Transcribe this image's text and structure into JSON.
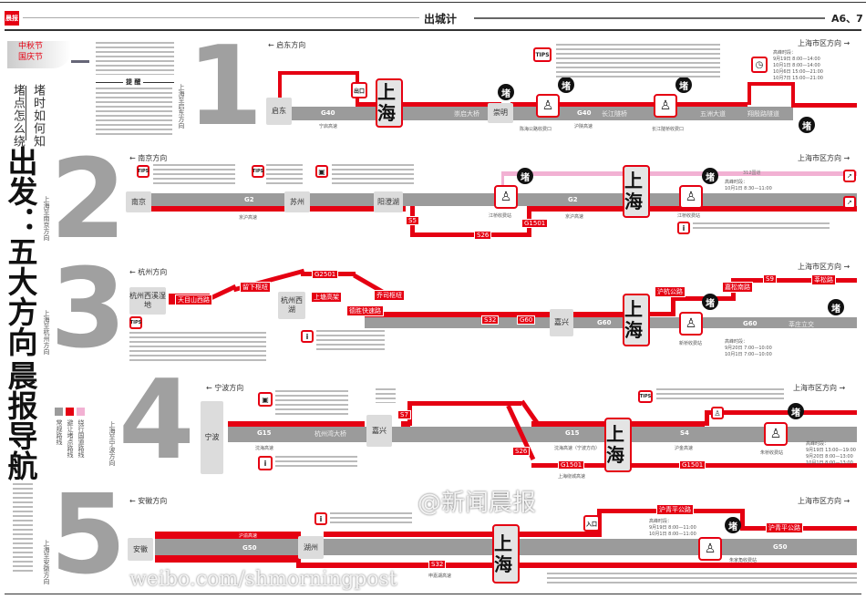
{
  "header": {
    "logo": "晨报",
    "section": "出城计",
    "page": "A6、7"
  },
  "left": {
    "badge": [
      "中秋节",
      "国庆节"
    ],
    "subtitle_a": "堵时如何知",
    "subtitle_b": "堵点怎么绕",
    "headline_1": "出发：五大方向",
    "headline_2": "晨报导航",
    "legend": [
      {
        "label": "常规路线",
        "color": "#9b9b9b"
      },
      {
        "label": "避让堵点路线",
        "color": "#e50012"
      },
      {
        "label": "绕行国道路线",
        "color": "#f2b1d3"
      }
    ]
  },
  "intro": {
    "heading": "提 醒"
  },
  "common": {
    "shanghai": "上海",
    "jam": "堵",
    "tips": "TIPS",
    "to_city": "上海市区方向"
  },
  "r1": {
    "number": "1",
    "direction": "启东方向",
    "vertical": "上海至启东方向",
    "start": "启东",
    "g40": "G40",
    "g40_sub": "宁启高速",
    "bridge": "崇启大桥",
    "mid": "崇明",
    "g40b": "G40",
    "g40b_sub": "沪陕高速",
    "tunnel": "长江隧桥",
    "avenue": "五洲大道",
    "tunnel2": "翔殷路隧道",
    "exit": "出口",
    "toll_a": "陈海公路收费口",
    "toll_b": "长江隧桥收费口",
    "clock_times": [
      "高峰时段：",
      "9月19日 8:00—14:00",
      "10月1日 8:00—14:00",
      "10月6日 15:00—21:00",
      "10月7日 15:00—21:00"
    ]
  },
  "r2": {
    "number": "2",
    "direction": "南京方向",
    "vertical": "上海至南京方向",
    "start": "南京",
    "g2": "G2",
    "g2_sub": "京沪高速",
    "suzhou": "苏州",
    "yangcheng": "阳澄湖",
    "s5": "S5",
    "s26": "S26",
    "g1501": "G1501",
    "g2b": "G2",
    "g2b_sub": "京沪高速",
    "g312": "312国道",
    "toll_a": "江桥收费站",
    "toll_b": "江桥收费站",
    "peak": [
      "高峰时段：",
      "10月1日 8:30—11:00"
    ]
  },
  "r3": {
    "number": "3",
    "direction": "杭州方向",
    "vertical": "上海至杭州方向",
    "start": "杭州西溪湿地",
    "xihu": "杭州西湖",
    "g2501": "G2501",
    "s2": "S32",
    "g60a": "G60",
    "jiaxing": "嘉兴",
    "g60b": "G60",
    "g60c": "G60",
    "songjiang": "莘庄立交",
    "s9": "S9",
    "toll": "新桥收费站",
    "peak": [
      "高峰时段：",
      "9月20日 7:00—10:00",
      "10月1日 7:00—10:00"
    ]
  },
  "r4": {
    "number": "4",
    "direction": "宁波方向",
    "vertical": "上海至宁波方向",
    "start": "宁波",
    "g15": "G15",
    "g15_sub": "沈海高速",
    "bay": "杭州湾大桥",
    "jiaxing": "嘉兴",
    "s7": "S7",
    "s26": "S26",
    "g15b": "G15",
    "g15b_sub": "沈海高速（宁波方向）",
    "g1501": "G1501",
    "g1501_sub": "上海绕城高速",
    "s4": "S4",
    "s4_sub": "沪金高速",
    "toll": "朱桥收费站",
    "peak": [
      "高峰时段：",
      "9月19日 13:00—19:00",
      "9月20日 8:00—13:00",
      "10月1日 8:00—13:00"
    ]
  },
  "r5": {
    "number": "5",
    "direction": "安徽方向",
    "vertical": "上海至安徽方向",
    "start": "安徽",
    "g50": "G50",
    "g50_sub": "沪渝高速",
    "huzhou": "湖州",
    "s32": "S32",
    "s32_sub": "申嘉湖高速",
    "g50b": "G50",
    "toll": "朱家角收费站",
    "entry": "入口",
    "peak": [
      "高峰时段：",
      "9月19日 8:00—11:00",
      "10月1日 8:00—11:00"
    ]
  },
  "watermark": {
    "handle": "@新闻晨报",
    "url": "weibo.com/shmorningpost"
  }
}
